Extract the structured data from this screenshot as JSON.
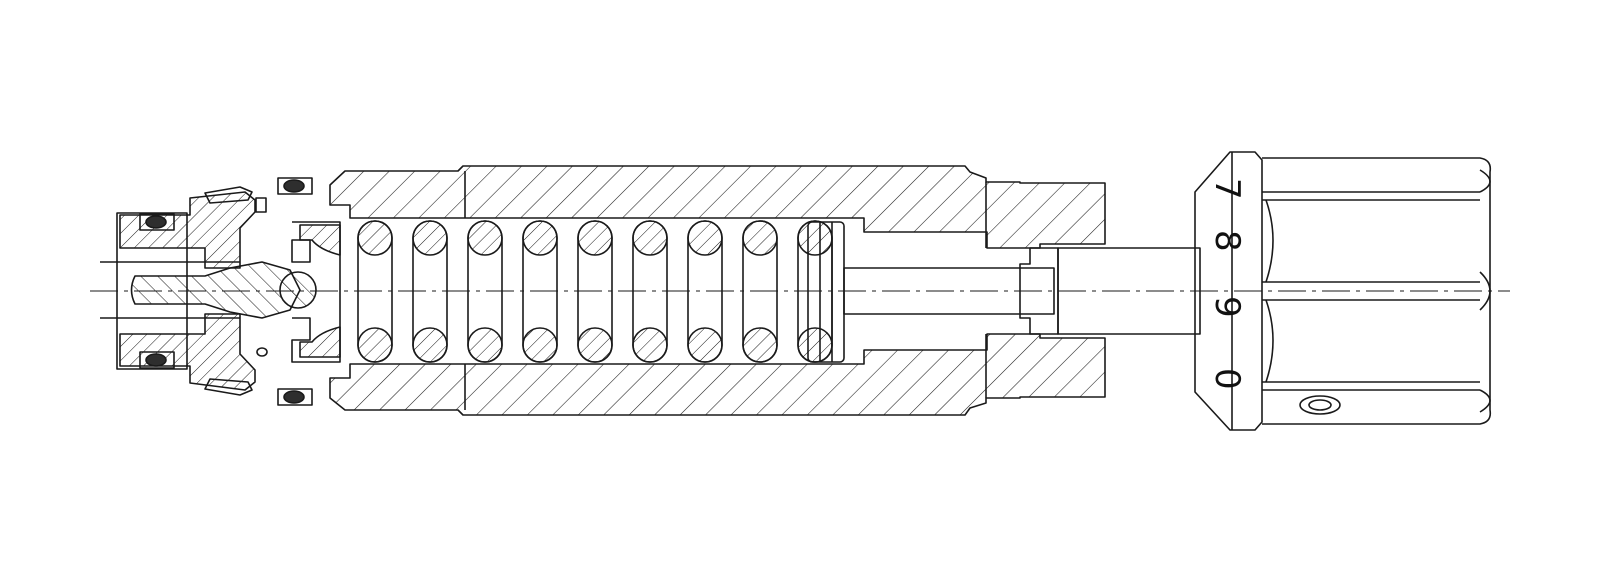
{
  "drawing": {
    "line_color": "#1a1a1a",
    "seal_color": "#2e2e2e",
    "background": "#ffffff",
    "dial_labels": [
      "7",
      "8",
      "9",
      "0"
    ]
  }
}
